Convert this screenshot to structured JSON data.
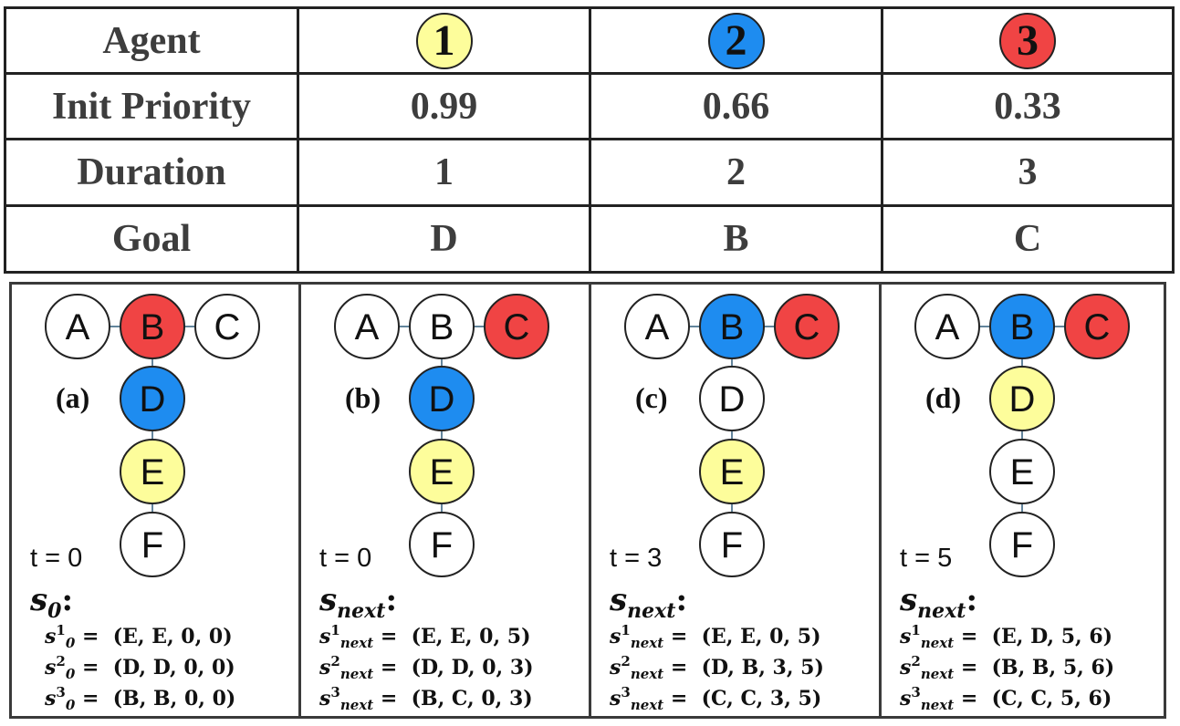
{
  "table": {
    "headers": [
      "Agent",
      "Init Priority",
      "Duration",
      "Goal"
    ],
    "agents": [
      {
        "id": "1",
        "priority": "0.99",
        "duration": "1",
        "goal": "D",
        "color": "#fdfd9b"
      },
      {
        "id": "2",
        "priority": "0.66",
        "duration": "2",
        "goal": "B",
        "color": "#1e8cf0"
      },
      {
        "id": "3",
        "priority": "0.33",
        "duration": "3",
        "goal": "C",
        "color": "#f04444"
      }
    ]
  },
  "node_colors": {
    "white": "#ffffff",
    "yellow": "#fdfd9b",
    "blue": "#1e8cf0",
    "red": "#f04444"
  },
  "panels": [
    {
      "tag": "(a)",
      "time": "t = 0",
      "nodes": {
        "A": "white",
        "B": "red",
        "C": "white",
        "D": "blue",
        "E": "yellow",
        "F": "white"
      },
      "state_symbol": "s",
      "state_sub": "0",
      "colon": ":",
      "lines": [
        {
          "var": "s",
          "sup": "1",
          "sub": "0",
          "eq": "=",
          "value": "(E, E, 0, 0)"
        },
        {
          "var": "s",
          "sup": "2",
          "sub": "0",
          "eq": "=",
          "value": "(D, D, 0, 0)"
        },
        {
          "var": "s",
          "sup": "3",
          "sub": "0",
          "eq": "=",
          "value": "(B, B, 0, 0)"
        }
      ]
    },
    {
      "tag": "(b)",
      "time": "t = 0",
      "nodes": {
        "A": "white",
        "B": "white",
        "C": "red",
        "D": "blue",
        "E": "yellow",
        "F": "white"
      },
      "state_symbol": "s",
      "state_sub": "next",
      "colon": ":",
      "lines": [
        {
          "var": "s",
          "sup": "1",
          "sub": "next",
          "eq": "=",
          "value": "(E, E, 0, 5)"
        },
        {
          "var": "s",
          "sup": "2",
          "sub": "next",
          "eq": "=",
          "value": "(D, D, 0, 3)"
        },
        {
          "var": "s",
          "sup": "3",
          "sub": "next",
          "eq": "=",
          "value": "(B, C, 0, 3)"
        }
      ]
    },
    {
      "tag": "(c)",
      "time": "t = 3",
      "nodes": {
        "A": "white",
        "B": "blue",
        "C": "red",
        "D": "white",
        "E": "yellow",
        "F": "white"
      },
      "state_symbol": "s",
      "state_sub": "next",
      "colon": ":",
      "lines": [
        {
          "var": "s",
          "sup": "1",
          "sub": "next",
          "eq": "=",
          "value": "(E, E, 0, 5)"
        },
        {
          "var": "s",
          "sup": "2",
          "sub": "next",
          "eq": "=",
          "value": "(D, B, 3, 5)"
        },
        {
          "var": "s",
          "sup": "3",
          "sub": "next",
          "eq": "=",
          "value": "(C, C, 3, 5)"
        }
      ]
    },
    {
      "tag": "(d)",
      "time": "t = 5",
      "nodes": {
        "A": "white",
        "B": "blue",
        "C": "red",
        "D": "yellow",
        "E": "white",
        "F": "white"
      },
      "state_symbol": "s",
      "state_sub": "next",
      "colon": ":",
      "lines": [
        {
          "var": "s",
          "sup": "1",
          "sub": "next",
          "eq": "=",
          "value": "(E, D, 5, 6)"
        },
        {
          "var": "s",
          "sup": "2",
          "sub": "next",
          "eq": "=",
          "value": "(B, B, 5, 6)"
        },
        {
          "var": "s",
          "sup": "3",
          "sub": "next",
          "eq": "=",
          "value": "(C, C, 5, 6)"
        }
      ]
    }
  ],
  "edges": [
    [
      "A",
      "B"
    ],
    [
      "B",
      "C"
    ],
    [
      "B",
      "D"
    ],
    [
      "D",
      "E"
    ],
    [
      "E",
      "F"
    ]
  ]
}
